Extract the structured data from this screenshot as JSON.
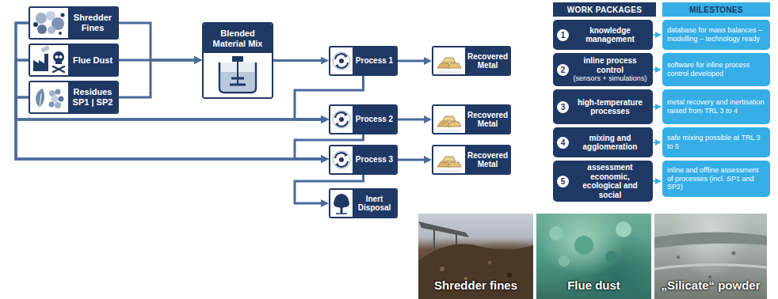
{
  "diagram": {
    "nodes": [
      {
        "text": [
          "Shredder Fines"
        ]
      },
      {
        "text": [
          "Flue Dust"
        ]
      },
      {
        "text": [
          "Residues SP1 | SP2"
        ]
      },
      {
        "text": [
          "Blended Material Mix"
        ]
      },
      {
        "text": [
          "Process 1"
        ]
      },
      {
        "text": [
          "Recovered Metal"
        ]
      },
      {
        "text": [
          "Process 2"
        ]
      },
      {
        "text": [
          "Recovered Metal"
        ]
      },
      {
        "text": [
          "Process 3"
        ]
      },
      {
        "text": [
          "Recovered Metal"
        ]
      },
      {
        "text": [
          "Inert Disposal"
        ]
      },
      {
        "text": [
          "WORK PACKAGES"
        ]
      },
      {
        "text": [
          "MILESTONES"
        ]
      },
      {
        "text": [
          "1",
          "knowledge management"
        ]
      },
      {
        "text": [
          "database for mass balances – modelling – technology ready"
        ]
      },
      {
        "text": [
          "2",
          "inline process control",
          "(sensors + simulations)"
        ]
      },
      {
        "text": [
          "software for inline process control developed"
        ]
      },
      {
        "text": [
          "3",
          "high-temperature processes"
        ]
      },
      {
        "text": [
          "metal recovery and inertisation raised from TRL 3 to 4"
        ]
      },
      {
        "text": [
          "4",
          "mixing and agglomeration"
        ]
      },
      {
        "text": [
          "safe mixing possible at TRL 3 to 5"
        ]
      },
      {
        "text": [
          "5",
          "assessment economic, ecological and social"
        ]
      },
      {
        "text": [
          "inline and offline assessment of processes (incl. SP1 and SP2)"
        ]
      },
      {
        "text": [
          "Shredder fines"
        ]
      },
      {
        "text": [
          "Flue dust"
        ]
      },
      {
        "text": [
          "„Silicate“ powder"
        ]
      }
    ],
    "edges": [
      {
        "from": 0,
        "to": 3,
        "arrow": "to"
      },
      {
        "from": 1,
        "to": 3,
        "arrow": "to"
      },
      {
        "from": 2,
        "to": 3,
        "arrow": "to"
      },
      {
        "from": 0,
        "to": 6,
        "arrow": "to"
      },
      {
        "from": 0,
        "to": 8,
        "arrow": "to"
      },
      {
        "from": 1,
        "to": 6,
        "arrow": "to"
      },
      {
        "from": 1,
        "to": 8,
        "arrow": "to"
      },
      {
        "from": 2,
        "to": 6,
        "arrow": "to"
      },
      {
        "from": 2,
        "to": 8,
        "arrow": "to"
      },
      {
        "from": 3,
        "to": 4,
        "arrow": "to"
      },
      {
        "from": 4,
        "to": 5,
        "arrow": "to"
      },
      {
        "from": 4,
        "to": 6,
        "arrow": "to"
      },
      {
        "from": 6,
        "to": 7,
        "arrow": "to"
      },
      {
        "from": 6,
        "to": 8,
        "arrow": "to"
      },
      {
        "from": 8,
        "to": 9,
        "arrow": "to"
      },
      {
        "from": 8,
        "to": 10,
        "arrow": "to"
      },
      {
        "from": 13,
        "to": 14,
        "arrow": "to"
      },
      {
        "from": 15,
        "to": 16,
        "arrow": "to"
      },
      {
        "from": 17,
        "to": 18,
        "arrow": "to"
      },
      {
        "from": 19,
        "to": 20,
        "arrow": "to"
      },
      {
        "from": 21,
        "to": 22,
        "arrow": "to"
      }
    ]
  }
}
